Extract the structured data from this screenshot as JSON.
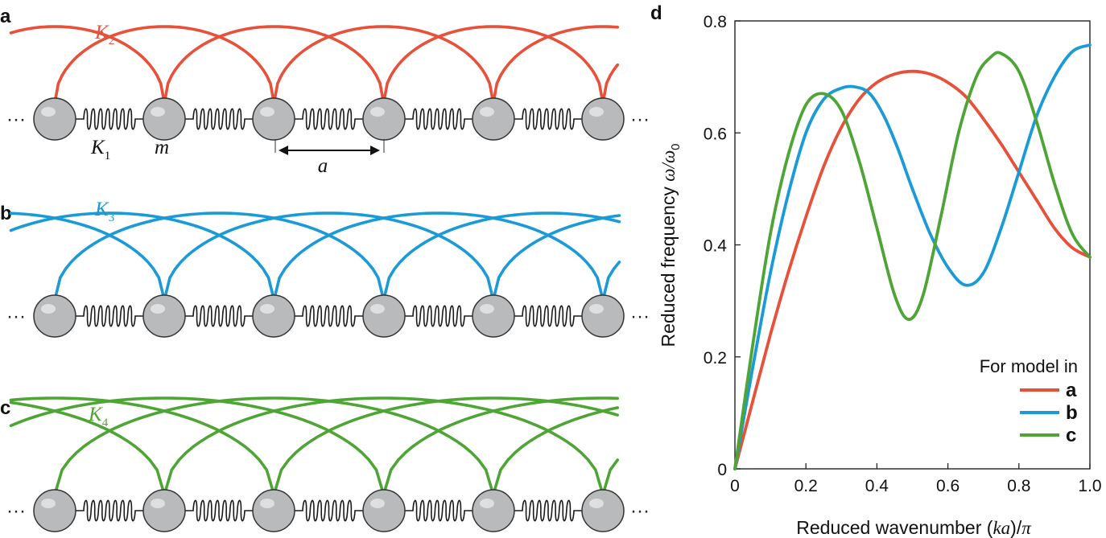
{
  "panels": [
    {
      "id": "a",
      "letter": "a",
      "k_label": "K",
      "k_sub": "2",
      "color": "#e8503a",
      "hop": 2
    },
    {
      "id": "b",
      "letter": "b",
      "k_label": "K",
      "k_sub": "3",
      "color": "#1a9ad6",
      "hop": 3
    },
    {
      "id": "c",
      "letter": "c",
      "k_label": "K",
      "k_sub": "4",
      "color": "#4ea536",
      "hop": 4
    }
  ],
  "spring_labels": {
    "k1": "K",
    "k1_sub": "1",
    "mass": "m",
    "spacing": "a"
  },
  "ellipsis": "···",
  "colors": {
    "mass_fill": "#b8babc",
    "spring": "#1a1a1a"
  },
  "chart": {
    "letter": "d",
    "xlabel_pre": "Reduced wavenumber (",
    "xlabel_it": "ka",
    "xlabel_post": ")/",
    "xlabel_pi": "π",
    "ylabel_pre": "Reduced frequency ",
    "ylabel_it": "ω/ω",
    "ylabel_sub": "0",
    "x_ticks": [
      "0",
      "0.2",
      "0.4",
      "0.6",
      "0.8",
      "1.0"
    ],
    "y_ticks": [
      "0",
      "0.2",
      "0.4",
      "0.6",
      "0.8"
    ],
    "legend_title": "For model in",
    "legend": [
      {
        "key": "a",
        "color": "#e8503a"
      },
      {
        "key": "b",
        "color": "#1a9ad6"
      },
      {
        "key": "c",
        "color": "#4ea536"
      }
    ]
  },
  "chart_data": {
    "type": "line",
    "xlim": [
      0,
      1.0
    ],
    "ylim": [
      0,
      0.8
    ],
    "xlabel": "Reduced wavenumber (ka)/π",
    "ylabel": "Reduced frequency ω/ω0",
    "legend_placement": "bottom-right",
    "grid": false,
    "series": [
      {
        "name": "a",
        "color": "#e8503a",
        "x": [
          0,
          0.05,
          0.1,
          0.15,
          0.2,
          0.25,
          0.3,
          0.35,
          0.4,
          0.45,
          0.5,
          0.55,
          0.6,
          0.65,
          0.7,
          0.75,
          0.8,
          0.85,
          0.9,
          0.95,
          1.0
        ],
        "y": [
          0,
          0.12,
          0.24,
          0.35,
          0.45,
          0.54,
          0.61,
          0.66,
          0.69,
          0.705,
          0.71,
          0.705,
          0.69,
          0.665,
          0.625,
          0.58,
          0.53,
          0.48,
          0.43,
          0.395,
          0.378
        ]
      },
      {
        "name": "b",
        "color": "#1a9ad6",
        "x": [
          0,
          0.05,
          0.1,
          0.15,
          0.2,
          0.25,
          0.3,
          0.34,
          0.38,
          0.42,
          0.46,
          0.5,
          0.55,
          0.6,
          0.65,
          0.7,
          0.75,
          0.8,
          0.85,
          0.9,
          0.95,
          1.0
        ],
        "y": [
          0,
          0.18,
          0.35,
          0.49,
          0.6,
          0.66,
          0.68,
          0.682,
          0.67,
          0.63,
          0.57,
          0.5,
          0.42,
          0.36,
          0.328,
          0.35,
          0.43,
          0.53,
          0.63,
          0.7,
          0.745,
          0.757
        ]
      },
      {
        "name": "c",
        "color": "#4ea536",
        "x": [
          0,
          0.05,
          0.1,
          0.15,
          0.2,
          0.25,
          0.3,
          0.35,
          0.4,
          0.45,
          0.49,
          0.53,
          0.58,
          0.63,
          0.68,
          0.72,
          0.75,
          0.8,
          0.85,
          0.9,
          0.95,
          1.0
        ],
        "y": [
          0,
          0.22,
          0.42,
          0.56,
          0.65,
          0.67,
          0.64,
          0.55,
          0.43,
          0.31,
          0.267,
          0.31,
          0.45,
          0.6,
          0.7,
          0.735,
          0.742,
          0.71,
          0.62,
          0.51,
          0.42,
          0.378
        ]
      }
    ]
  }
}
